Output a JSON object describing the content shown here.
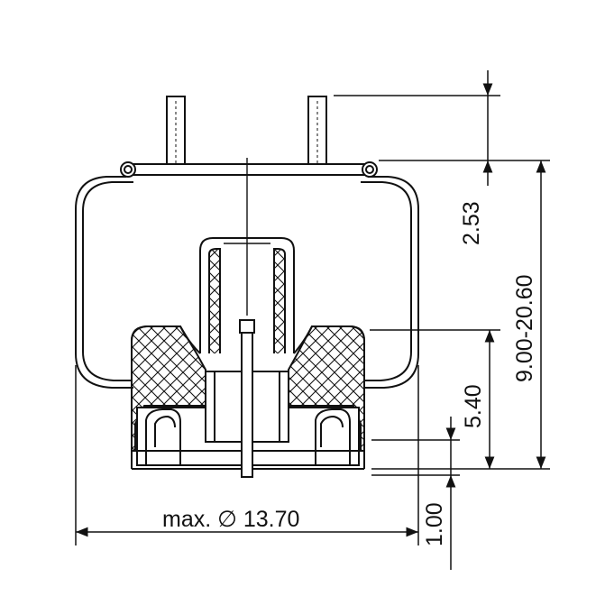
{
  "drawing": {
    "dimensions": {
      "diameter_label": "max. ∅ 13.70",
      "top_offset": "2.53",
      "height_range": "9.00-20.60",
      "piston_height": "5.40",
      "bottom_offset": "1.00"
    },
    "colors": {
      "ink": "#111111",
      "background": "#ffffff"
    }
  }
}
